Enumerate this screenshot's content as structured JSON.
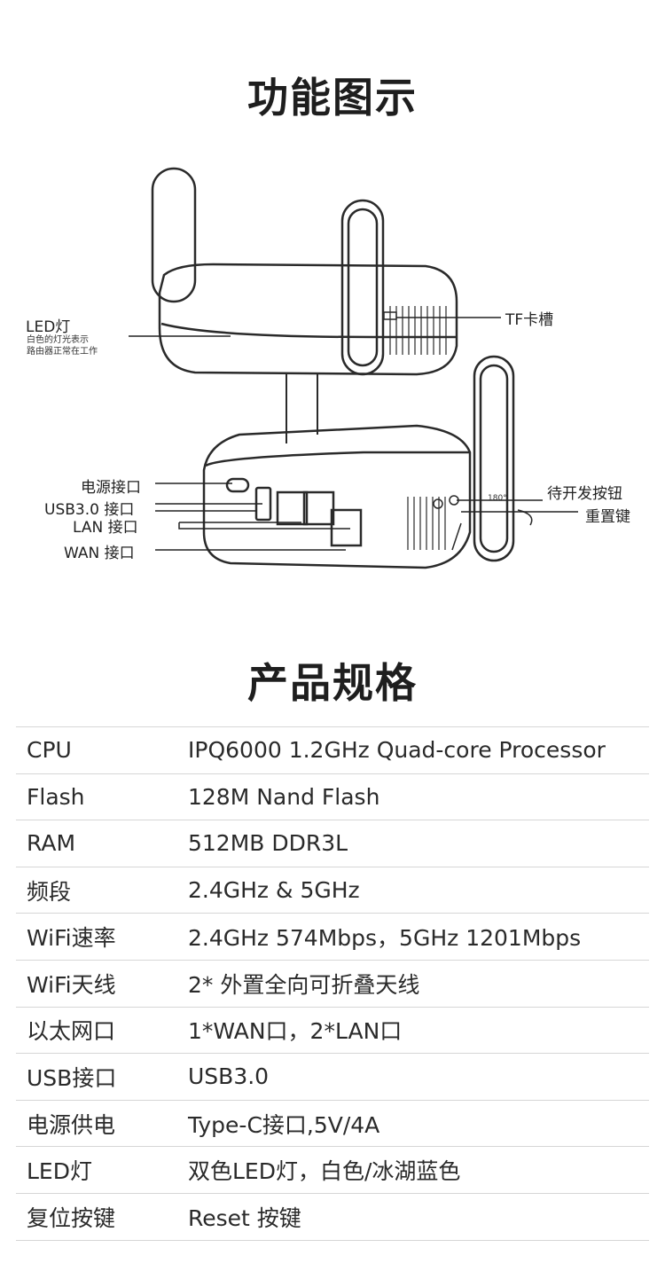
{
  "features": {
    "title": "功能图示",
    "labels": {
      "led": "LED灯",
      "led_desc_1": "白色的灯光表示",
      "led_desc_2": "路由器正常在工作",
      "tf": "TF卡槽",
      "power": "电源接口",
      "usb": "USB3.0 接口",
      "lan": "LAN 接口",
      "wan": "WAN 接口",
      "dev_button": "待开发按钮",
      "reset": "重置键",
      "angle": "180°"
    }
  },
  "specs": {
    "title": "产品规格",
    "rows": [
      {
        "key": "CPU",
        "value": "IPQ6000 1.2GHz Quad-core Processor"
      },
      {
        "key": "Flash",
        "value": "128M Nand Flash"
      },
      {
        "key": "RAM",
        "value": "512MB  DDR3L"
      },
      {
        "key": "频段",
        "value": "2.4GHz & 5GHz"
      },
      {
        "key": "WiFi速率",
        "value": "2.4GHz 574Mbps，5GHz 1201Mbps"
      },
      {
        "key": "WiFi天线",
        "value": "2* 外置全向可折叠天线"
      },
      {
        "key": "以太网口",
        "value": "1*WAN口，2*LAN口"
      },
      {
        "key": "USB接口",
        "value": "USB3.0"
      },
      {
        "key": "电源供电",
        "value": "Type-C接口,5V/4A"
      },
      {
        "key": "LED灯",
        "value": "双色LED灯，白色/冰湖蓝色"
      },
      {
        "key": "复位按键",
        "value": "Reset 按键"
      }
    ]
  }
}
